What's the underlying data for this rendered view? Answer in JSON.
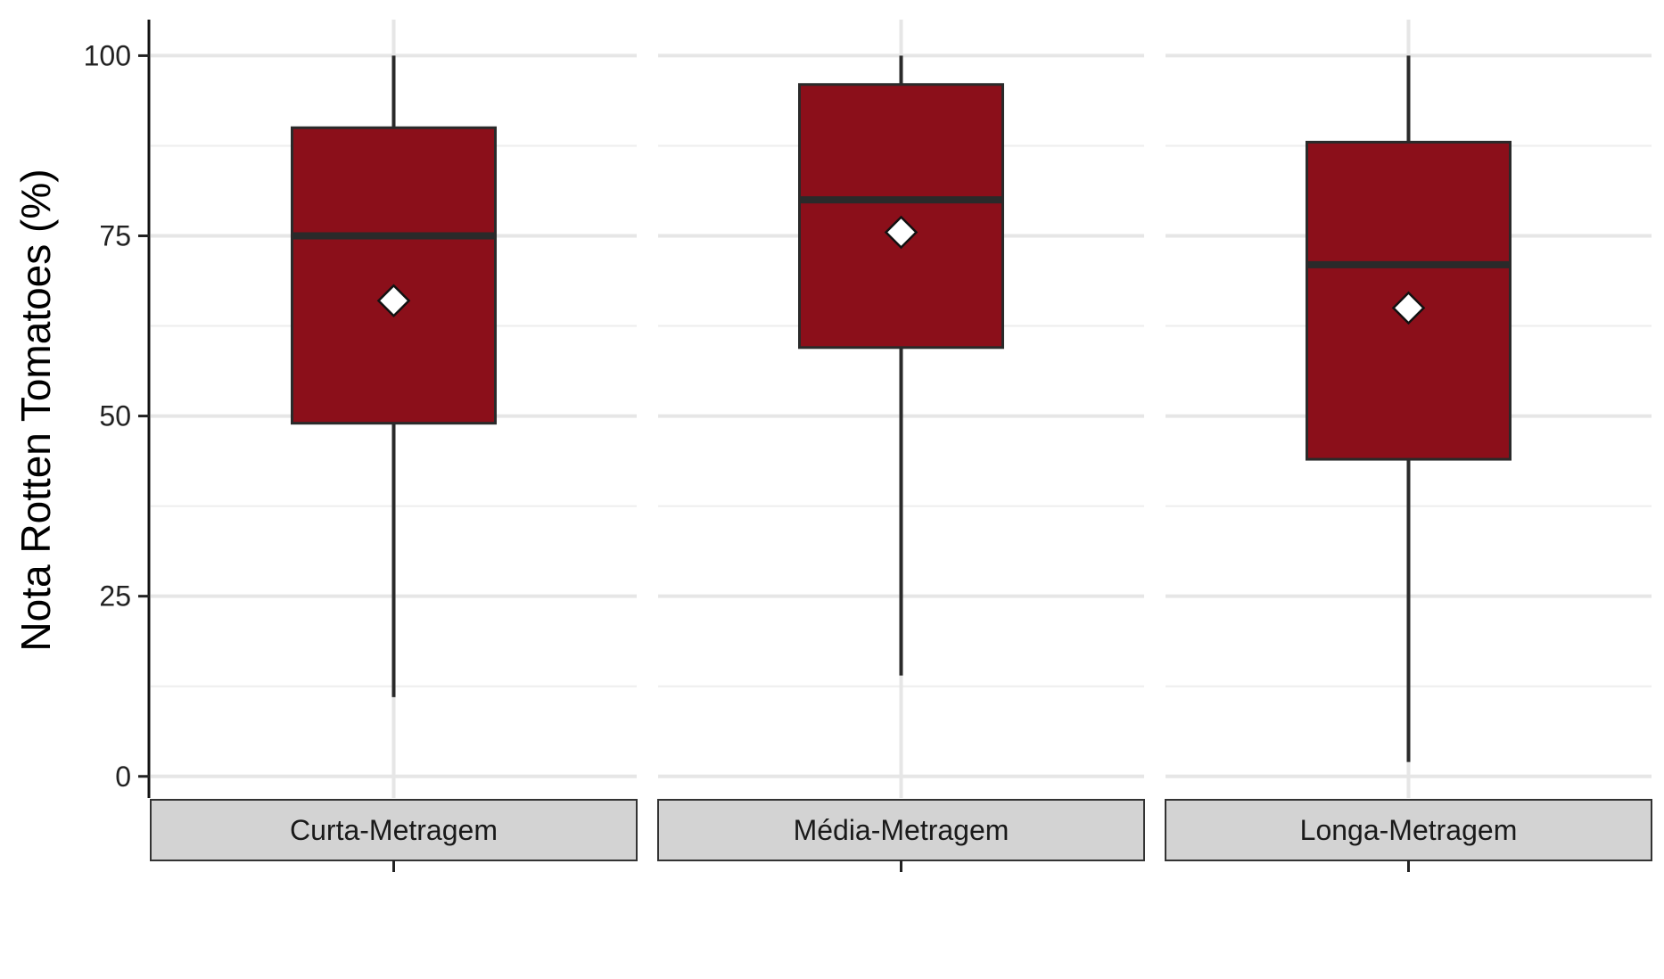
{
  "chart_data": {
    "type": "boxplot",
    "title": "",
    "xlabel": "",
    "ylabel": "Nota Rotten Tomatoes (%)",
    "ylim": [
      -3,
      105
    ],
    "yticks": [
      0,
      25,
      50,
      75,
      100
    ],
    "grid": true,
    "legend": "none",
    "colors": {
      "box_fill": "#8B0F1A",
      "box_stroke": "#2a2a2a",
      "mean_marker": "#ffffff",
      "strip_fill": "#d3d3d3",
      "grid_major": "#e6e6e6",
      "grid_minor": "#eeeeee"
    },
    "panels": [
      {
        "label": "Curta-Metragem",
        "min": 11,
        "q1": 49,
        "median": 75,
        "q3": 90,
        "max": 100,
        "mean": 66
      },
      {
        "label": "Média-Metragem",
        "min": 14,
        "q1": 59.5,
        "median": 80,
        "q3": 96,
        "max": 100,
        "mean": 75.5
      },
      {
        "label": "Longa-Metragem",
        "min": 2,
        "q1": 44,
        "median": 71,
        "q3": 88,
        "max": 100,
        "mean": 65
      }
    ]
  }
}
